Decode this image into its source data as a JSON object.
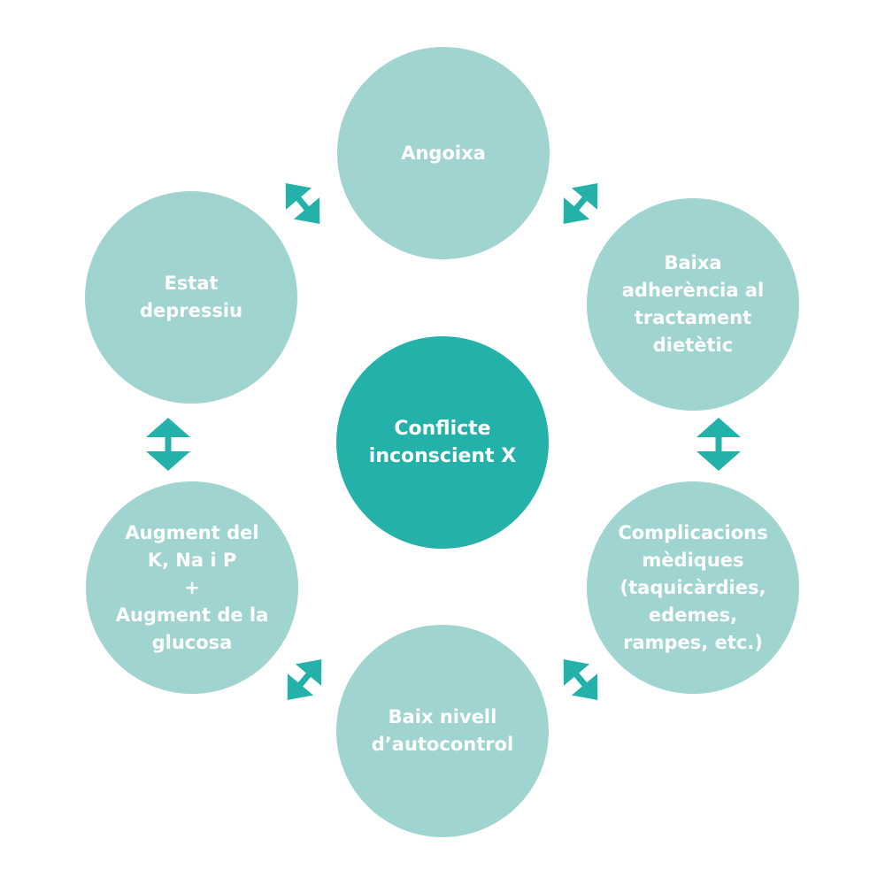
{
  "colors": {
    "outer_circle": "#a0d4d0",
    "center_circle": "#23b1aa",
    "arrow": "#23b1aa",
    "background": "#ffffff"
  },
  "center": {
    "lines": [
      "Conflicte",
      "inconscient X"
    ]
  },
  "nodes": {
    "top": {
      "lines": [
        "Angoixa"
      ]
    },
    "right": {
      "lines": [
        "Baixa",
        "adherència al",
        "tractament",
        "dietètic"
      ]
    },
    "bottom_right": {
      "lines": [
        "Complicacions",
        "mèdiques",
        "(taquicàrdies,",
        "edemes,",
        "rampes, etc.)"
      ]
    },
    "bottom": {
      "lines": [
        "Baix nivell",
        "d’autocontrol"
      ]
    },
    "bottom_left": {
      "lines": [
        "Augment del",
        "K, Na i P",
        "+",
        "Augment de la",
        "glucosa"
      ]
    },
    "left": {
      "lines": [
        "Estat",
        "depressiu"
      ]
    }
  },
  "connectors": [
    {
      "from": "left",
      "to": "top",
      "type": "bidirectional-arrow-icon"
    },
    {
      "from": "top",
      "to": "right",
      "type": "bidirectional-arrow-icon"
    },
    {
      "from": "left",
      "to": "bottom_left",
      "type": "bidirectional-arrow-icon"
    },
    {
      "from": "right",
      "to": "bottom_right",
      "type": "bidirectional-arrow-icon"
    },
    {
      "from": "bottom_left",
      "to": "bottom",
      "type": "bidirectional-arrow-icon"
    },
    {
      "from": "bottom",
      "to": "bottom_right",
      "type": "bidirectional-arrow-icon"
    }
  ]
}
